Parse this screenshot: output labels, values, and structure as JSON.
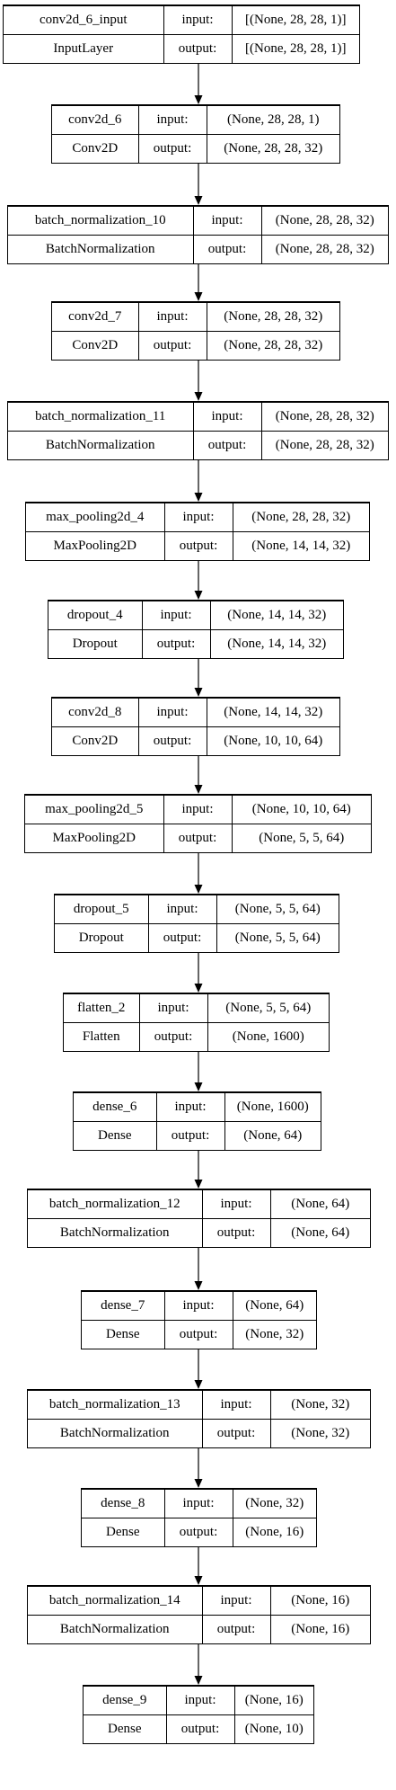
{
  "colors": {
    "stroke": "#000000",
    "background": "#ffffff"
  },
  "layers": [
    {
      "name": "conv2d_6_input",
      "type": "InputLayer",
      "input_label": "input:",
      "output_label": "output:",
      "input_shape": "[(None, 28, 28, 1)]",
      "output_shape": "[(None, 28, 28, 1)]"
    },
    {
      "name": "conv2d_6",
      "type": "Conv2D",
      "input_label": "input:",
      "output_label": "output:",
      "input_shape": "(None, 28, 28, 1)",
      "output_shape": "(None, 28, 28, 32)"
    },
    {
      "name": "batch_normalization_10",
      "type": "BatchNormalization",
      "input_label": "input:",
      "output_label": "output:",
      "input_shape": "(None, 28, 28, 32)",
      "output_shape": "(None, 28, 28, 32)"
    },
    {
      "name": "conv2d_7",
      "type": "Conv2D",
      "input_label": "input:",
      "output_label": "output:",
      "input_shape": "(None, 28, 28, 32)",
      "output_shape": "(None, 28, 28, 32)"
    },
    {
      "name": "batch_normalization_11",
      "type": "BatchNormalization",
      "input_label": "input:",
      "output_label": "output:",
      "input_shape": "(None, 28, 28, 32)",
      "output_shape": "(None, 28, 28, 32)"
    },
    {
      "name": "max_pooling2d_4",
      "type": "MaxPooling2D",
      "input_label": "input:",
      "output_label": "output:",
      "input_shape": "(None, 28, 28, 32)",
      "output_shape": "(None, 14, 14, 32)"
    },
    {
      "name": "dropout_4",
      "type": "Dropout",
      "input_label": "input:",
      "output_label": "output:",
      "input_shape": "(None, 14, 14, 32)",
      "output_shape": "(None, 14, 14, 32)"
    },
    {
      "name": "conv2d_8",
      "type": "Conv2D",
      "input_label": "input:",
      "output_label": "output:",
      "input_shape": "(None, 14, 14, 32)",
      "output_shape": "(None, 10, 10, 64)"
    },
    {
      "name": "max_pooling2d_5",
      "type": "MaxPooling2D",
      "input_label": "input:",
      "output_label": "output:",
      "input_shape": "(None, 10, 10, 64)",
      "output_shape": "(None, 5, 5, 64)"
    },
    {
      "name": "dropout_5",
      "type": "Dropout",
      "input_label": "input:",
      "output_label": "output:",
      "input_shape": "(None, 5, 5, 64)",
      "output_shape": "(None, 5, 5, 64)"
    },
    {
      "name": "flatten_2",
      "type": "Flatten",
      "input_label": "input:",
      "output_label": "output:",
      "input_shape": "(None, 5, 5, 64)",
      "output_shape": "(None, 1600)"
    },
    {
      "name": "dense_6",
      "type": "Dense",
      "input_label": "input:",
      "output_label": "output:",
      "input_shape": "(None, 1600)",
      "output_shape": "(None, 64)"
    },
    {
      "name": "batch_normalization_12",
      "type": "BatchNormalization",
      "input_label": "input:",
      "output_label": "output:",
      "input_shape": "(None, 64)",
      "output_shape": "(None, 64)"
    },
    {
      "name": "dense_7",
      "type": "Dense",
      "input_label": "input:",
      "output_label": "output:",
      "input_shape": "(None, 64)",
      "output_shape": "(None, 32)"
    },
    {
      "name": "batch_normalization_13",
      "type": "BatchNormalization",
      "input_label": "input:",
      "output_label": "output:",
      "input_shape": "(None, 32)",
      "output_shape": "(None, 32)"
    },
    {
      "name": "dense_8",
      "type": "Dense",
      "input_label": "input:",
      "output_label": "output:",
      "input_shape": "(None, 32)",
      "output_shape": "(None, 16)"
    },
    {
      "name": "batch_normalization_14",
      "type": "BatchNormalization",
      "input_label": "input:",
      "output_label": "output:",
      "input_shape": "(None, 16)",
      "output_shape": "(None, 16)"
    },
    {
      "name": "dense_9",
      "type": "Dense",
      "input_label": "input:",
      "output_label": "output:",
      "input_shape": "(None, 16)",
      "output_shape": "(None, 10)"
    }
  ]
}
